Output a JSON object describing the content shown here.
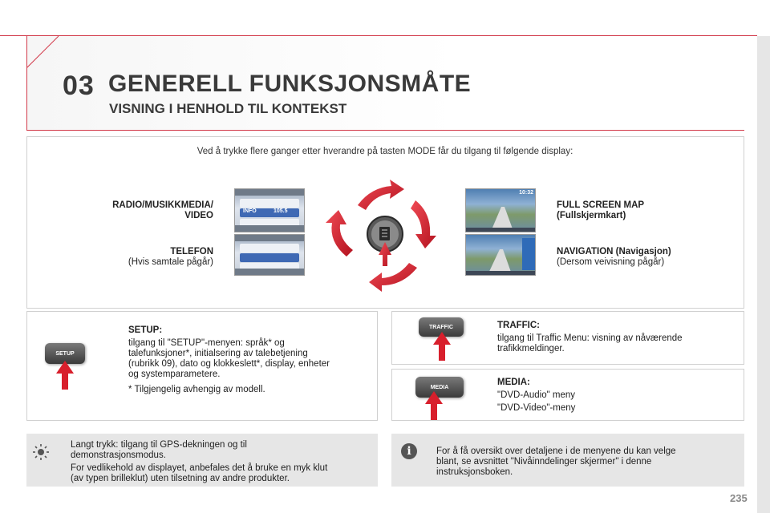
{
  "header": {
    "chapter": "03",
    "title": "GENERELL FUNKSJONSMÅTE",
    "subtitle": "VISNING I HENHOLD TIL KONTEKST"
  },
  "intro": "Ved å trykke flere ganger etter hverandre på tasten MODE får du tilgang til følgende display:",
  "modes": {
    "radio_title_1": "RADIO/MUSIKKMEDIA/",
    "radio_title_2": "VIDEO",
    "phone_title": "TELEFON",
    "phone_note": "(Hvis samtale pågår)",
    "map_title_1": "FULL SCREEN MAP",
    "map_title_2": "(Fullskjermkart)",
    "nav_title": "NAVIGATION (Navigasjon)",
    "nav_note": "(Dersom veivisning pågår)"
  },
  "setup": {
    "key_label": "SETUP",
    "title": "SETUP:",
    "text_1": "tilgang til \"SETUP\"-menyen: språk* og",
    "text_2": "talefunksjoner*, initialsering av talebetjening",
    "text_3": "(rubrikk 09), dato og klokkeslett*, display, enheter",
    "text_4": "og systemparametere.",
    "footnote": "* Tilgjengelig avhengig av modell."
  },
  "traffic": {
    "key_label": "TRAFFIC",
    "title": "TRAFFIC:",
    "text_1": "tilgang til Traffic Menu: visning av nåværende",
    "text_2": "trafikkmeldinger."
  },
  "media": {
    "key_label": "MEDIA",
    "title": "MEDIA:",
    "line_1": "\"DVD-Audio\" meny",
    "line_2": "\"DVD-Video\"-meny"
  },
  "notes": {
    "gps_1": "Langt trykk: tilgang til GPS-dekningen og til",
    "gps_2": "demonstrasjonsmodus.",
    "care_1": "For vedlikehold av displayet, anbefales det å bruke en myk klut",
    "care_2": "(av typen brilleklut) uten tilsetning av andre produkter.",
    "info_1": "For å få oversikt over detaljene i de menyene du kan velge",
    "info_2": "blant, se avsnittet \"Nivåinndelinger skjermer\" i denne",
    "info_3": "instruksjonsboken."
  },
  "screens": {
    "radio_info": "INFO",
    "radio_freq": "105.5",
    "map_time": "10:32"
  },
  "page_number": "235",
  "colors": {
    "accent_red": "#d23a4a",
    "heading_gray": "#3a3a3a",
    "note_bg": "#e6e6e6"
  }
}
